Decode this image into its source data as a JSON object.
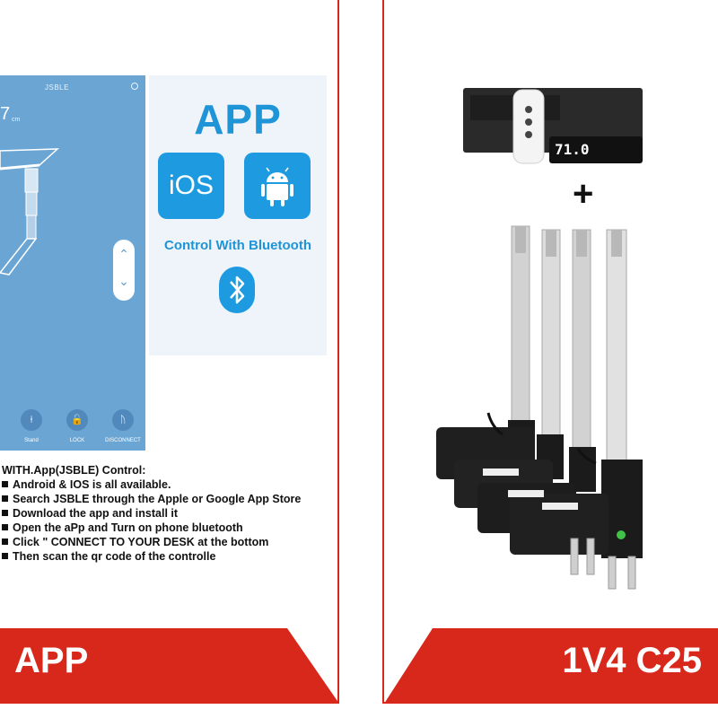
{
  "left_panel": {
    "phone": {
      "app_name": "JSBLE",
      "height_value": "7",
      "height_unit": "cm",
      "nav": [
        {
          "label": "Stand",
          "icon": "desk-stand-icon"
        },
        {
          "label": "LOCK",
          "icon": "lock-icon"
        },
        {
          "label": "DISCONNECT",
          "icon": "bluetooth-icon"
        }
      ]
    },
    "app_card": {
      "title": "APP",
      "ios_label": "iOS",
      "caption": "Control With Bluetooth"
    },
    "instructions": {
      "heading": "WITH.App(JSBLE) Control:",
      "items": [
        "Android & IOS is all available.",
        "Search JSBLE through the Apple or Google App Store",
        "Download the app and install it",
        "Open the aPp and Turn on phone bluetooth",
        "Click \" CONNECT TO YOUR DESK at the bottom",
        "Then scan the qr code of the controlle"
      ]
    },
    "banner_label": "APP"
  },
  "right_panel": {
    "controller_display": "71.0",
    "plus_sign": "+",
    "banner_label": "1V4 C25"
  },
  "colors": {
    "brand_red": "#d8281b",
    "app_blue": "#1f94d6",
    "phone_blue": "#6aa5d4"
  }
}
